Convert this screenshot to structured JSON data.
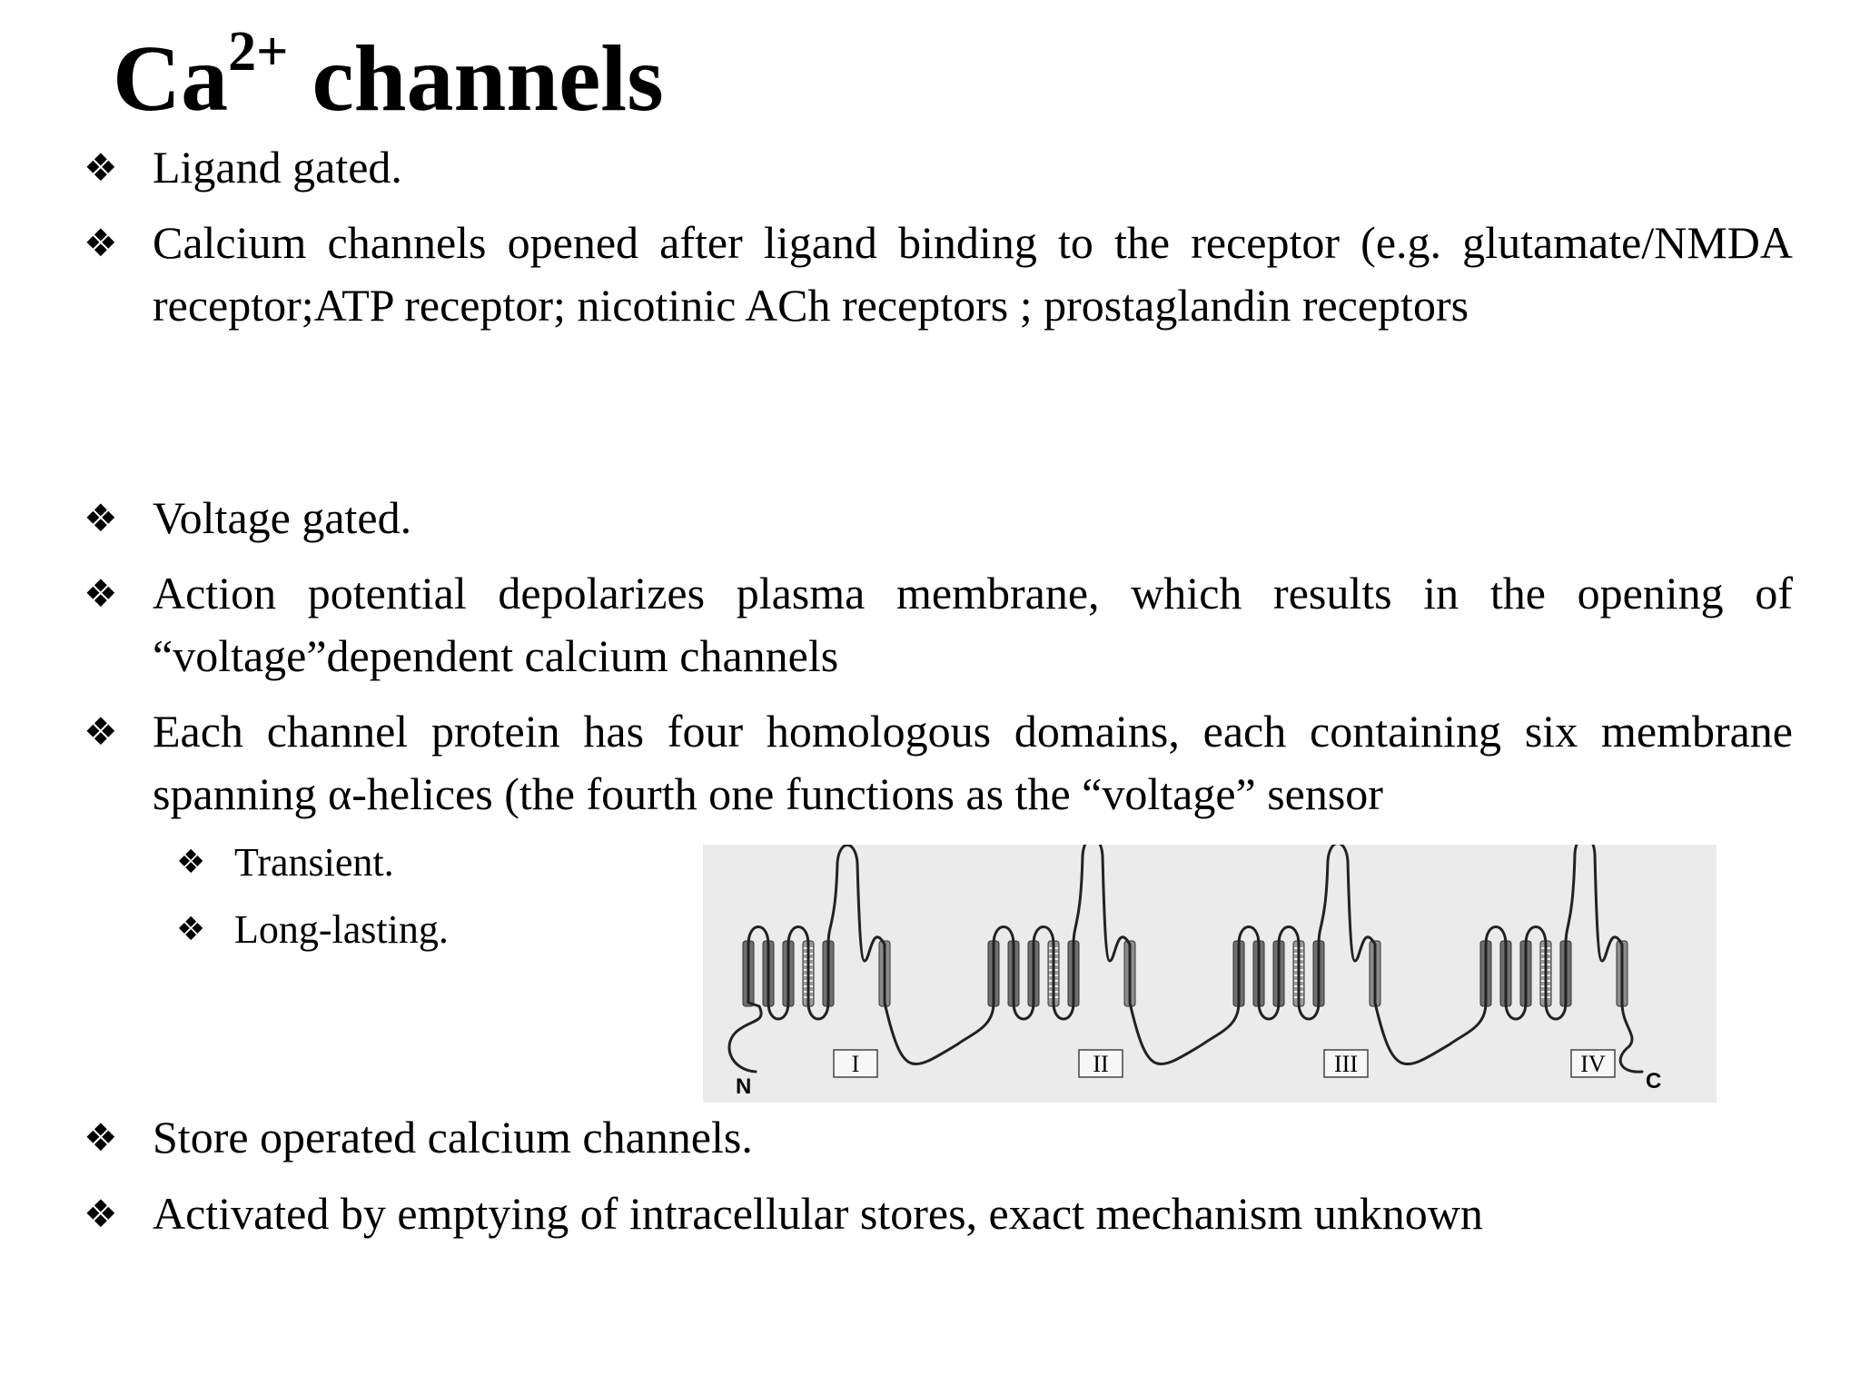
{
  "title": {
    "base": "Ca",
    "superscript": "2+",
    "rest": " channels"
  },
  "bullet_glyph": "❖",
  "bullets": [
    "Ligand gated.",
    "Calcium channels opened after ligand binding to the receptor (e.g. glutamate/NMDA receptor;ATP receptor; nicotinic ACh receptors ; prostaglandin receptors",
    "Voltage gated.",
    "Action potential depolarizes plasma membrane, which results in the opening of “voltage”dependent calcium channels",
    "Each channel protein has four homologous domains, each containing six membrane spanning α-helices (the fourth one functions as the “voltage” sensor",
    "Store operated calcium channels.",
    "Activated by emptying of intracellular stores, exact mechanism unknown"
  ],
  "sub_bullets": [
    "Transient.",
    "Long-lasting."
  ],
  "diagram": {
    "domains": [
      "I",
      "II",
      "III",
      "IV"
    ],
    "n_terminus": "N",
    "c_terminus": "C"
  }
}
